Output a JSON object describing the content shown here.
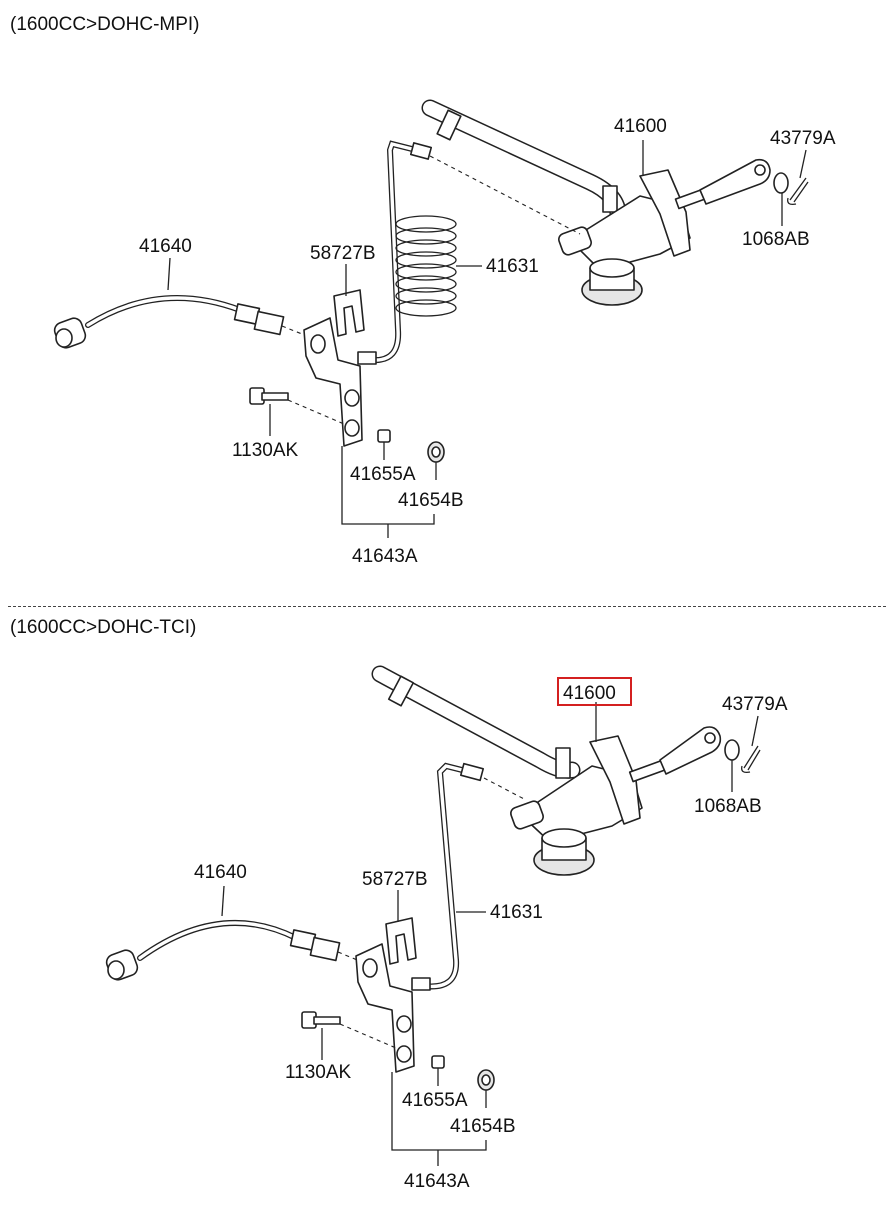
{
  "sections": [
    {
      "caption": "(1600CC>DOHC-MPI)",
      "labels": {
        "master_cylinder": "41600",
        "split_pin": "43779A",
        "washer": "1068AB",
        "hose": "41640",
        "clip": "58727B",
        "tube": "41631",
        "bolt": "1130AK",
        "bushing_a": "41655A",
        "bushing_b": "41654B",
        "bracket": "41643A"
      }
    },
    {
      "caption": "(1600CC>DOHC-TCI)",
      "labels": {
        "master_cylinder": "41600",
        "split_pin": "43779A",
        "washer": "1068AB",
        "hose": "41640",
        "clip": "58727B",
        "tube": "41631",
        "bolt": "1130AK",
        "bushing_a": "41655A",
        "bushing_b": "41654B",
        "bracket": "41643A"
      }
    }
  ],
  "highlight": {
    "section": 1,
    "part": "master_cylinder",
    "color": "#d42020"
  }
}
